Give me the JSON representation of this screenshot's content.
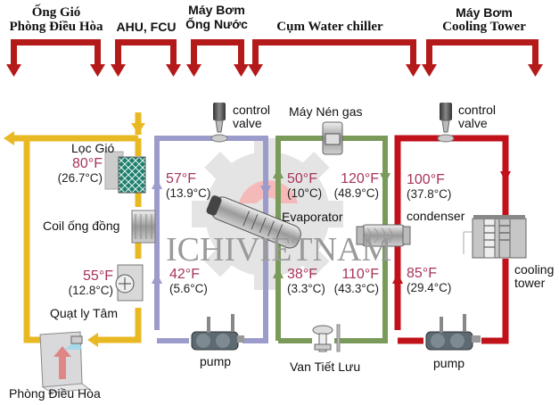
{
  "headers": {
    "duct": [
      "Ống Gió",
      "Phòng Điều Hòa"
    ],
    "ahu": "AHU, FCU",
    "water_pump": [
      "Máy Bơm",
      "Ống Nước"
    ],
    "chiller": "Cụm Water chiller",
    "tower_pump": [
      "Máy Bơm",
      "Cooling Tower"
    ]
  },
  "air_loop": {
    "filter": "Lọc Gió",
    "filter_temp_f": "80°F",
    "filter_temp_c": "(26.7°C)",
    "coil": "Coil ống đồng",
    "fan_temp_f": "55°F",
    "fan_temp_c": "(12.8°C)",
    "fan": "Quạt ly Tâm",
    "room": "Phòng Điều Hòa"
  },
  "chilled_water_loop": {
    "valve": [
      "control",
      "valve"
    ],
    "return_temp_f": "57°F",
    "return_temp_c": "(13.9°C)",
    "supply_temp_f": "42°F",
    "supply_temp_c": "(5.6°C)",
    "pump": "pump"
  },
  "refrigerant_loop": {
    "compressor": "Máy Nén gas",
    "evap_out_f": "50°F",
    "evap_out_c": "(10°C)",
    "cond_in_f": "120°F",
    "cond_in_c": "(48.9°C)",
    "evaporator": "Evaporator",
    "evap_in_f": "38°F",
    "evap_in_c": "(3.3°C)",
    "cond_out_f": "110°F",
    "cond_out_c": "(43.3°C)",
    "expansion_valve": "Van Tiết Lưu"
  },
  "condenser_water_loop": {
    "valve": [
      "control",
      "valve"
    ],
    "hot_temp_f": "100°F",
    "hot_temp_c": "(37.8°C)",
    "condenser": "condenser",
    "cool_temp_f": "85°F",
    "cool_temp_c": "(29.4°C)",
    "tower": [
      "cooling",
      "tower"
    ],
    "pump": "pump"
  },
  "watermark": "ICHIVIETNAM",
  "colors": {
    "air": "#e8b923",
    "chilled_water": "#9c9ccc",
    "refrigerant": "#7a9a5a",
    "condenser_water": "#c1121c",
    "bracket": "#b51a1a",
    "temp_text": "#a8345a"
  }
}
